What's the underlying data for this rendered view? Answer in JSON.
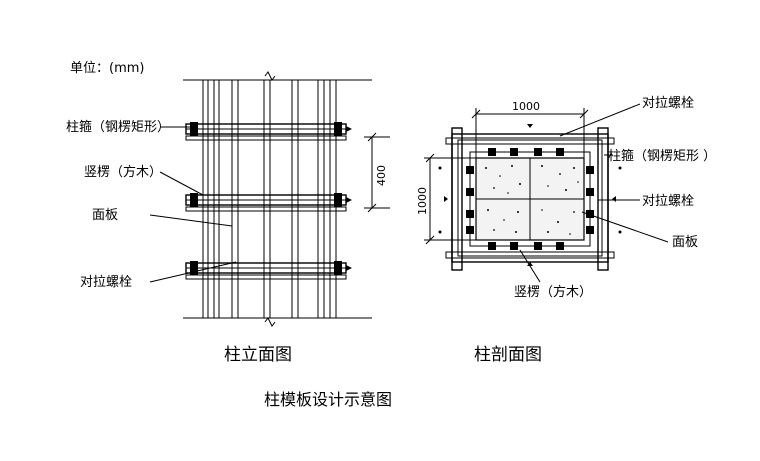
{
  "unit_label": "单位：(mm)",
  "elevation": {
    "label_hoop": "柱箍（钢楞矩形）",
    "label_stud": "竖楞（方木）",
    "label_panel": "面板",
    "label_bolt": "对拉螺栓",
    "dim_spacing": "400",
    "title": "柱立面图"
  },
  "section": {
    "dim_width": "1000",
    "dim_height": "1000",
    "label_bolt_top": "对拉螺栓",
    "label_hoop": "柱箍（钢楞矩形 ）",
    "label_bolt_mid": "对拉螺栓",
    "label_panel": "面板",
    "label_stud": "竖楞（方木）",
    "title": "柱剖面图"
  },
  "caption": "柱模板设计示意图"
}
